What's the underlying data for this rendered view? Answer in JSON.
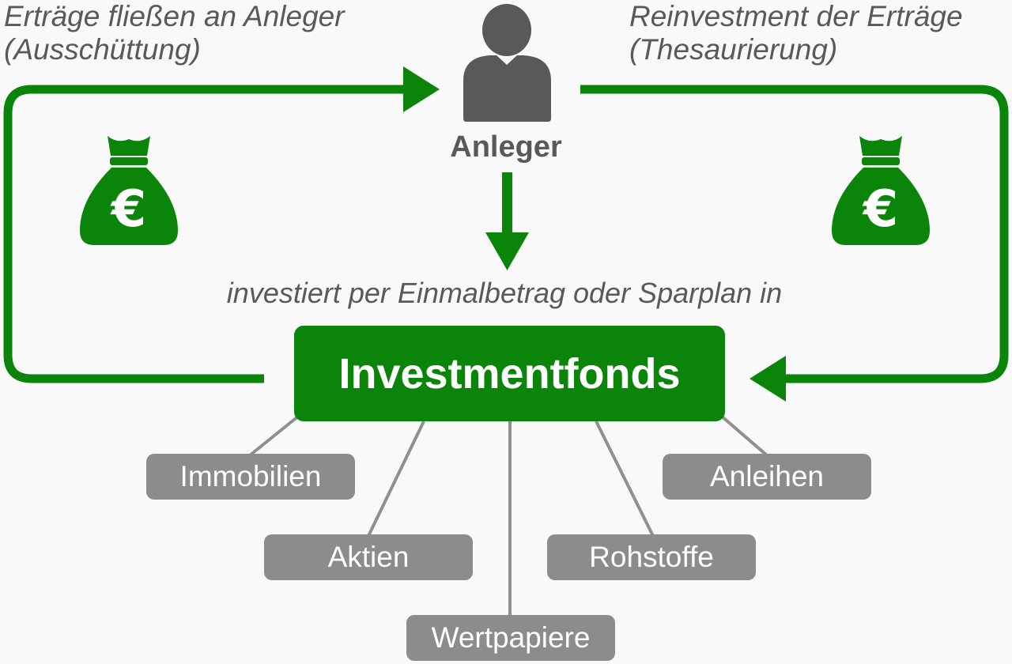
{
  "colors": {
    "background": "#f9f9f9",
    "green": "#0a850a",
    "gray_icon": "#595959",
    "gray_box": "#8c8c8c",
    "gray_line": "#8f8f8f",
    "text_gray": "#595959",
    "white": "#ffffff"
  },
  "labels": {
    "distribution_line1": "Erträge fließen an Anleger",
    "distribution_line2": "(Ausschüttung)",
    "reinvestment_line1": "Reinvestment der Erträge",
    "reinvestment_line2": "(Thesaurierung)",
    "invest_text": "investiert per Einmalbetrag oder Sparplan in"
  },
  "investor": {
    "name": "Anleger",
    "icon": "person-icon"
  },
  "fund": {
    "name": "Investmentfonds"
  },
  "money_bags": [
    {
      "icon": "money-bag-euro-icon",
      "symbol": "€"
    },
    {
      "icon": "money-bag-euro-icon",
      "symbol": "€"
    }
  ],
  "assets": [
    {
      "name": "Immobilien"
    },
    {
      "name": "Anleihen"
    },
    {
      "name": "Aktien"
    },
    {
      "name": "Rohstoffe"
    },
    {
      "name": "Wertpapiere"
    }
  ]
}
